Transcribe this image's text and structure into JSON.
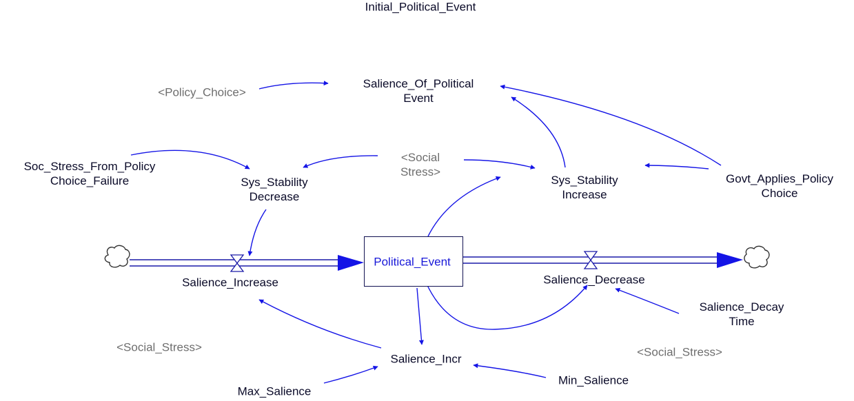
{
  "diagram": {
    "title": "Initial_Political_Event",
    "stock": "Political_Event",
    "auxiliaries": {
      "salience_of_political_event": [
        "Salience_Of_Political",
        "Event"
      ],
      "soc_stress_from_policy_choice_failure": [
        "Soc_Stress_From_Policy",
        "Choice_Failure"
      ],
      "sys_stability_decrease": [
        "Sys_Stability",
        "Decrease"
      ],
      "sys_stability_increase": [
        "Sys_Stability",
        "Increase"
      ],
      "govt_applies_policy_choice": [
        "Govt_Applies_Policy",
        "Choice"
      ],
      "salience_decay_time": [
        "Salience_Decay",
        "Time"
      ],
      "salience_incr": "Salience_Incr",
      "max_salience": "Max_Salience",
      "min_salience": "Min_Salience"
    },
    "flows": {
      "salience_increase": "Salience_Increase",
      "salience_decrease": "Salience_Decrease"
    },
    "shadow_variables": {
      "policy_choice": "<Policy_Choice>",
      "social_stress_top": [
        "<Social",
        "Stress>"
      ],
      "social_stress_left": "<Social_Stress>",
      "social_stress_right": "<Social_Stress>"
    },
    "colors": {
      "arrow": "#1414e6",
      "pipe": "#1a1aa8",
      "text": "#0a0a28",
      "shadow_text": "#6e6e6e",
      "stock_text": "#1818d8"
    }
  }
}
